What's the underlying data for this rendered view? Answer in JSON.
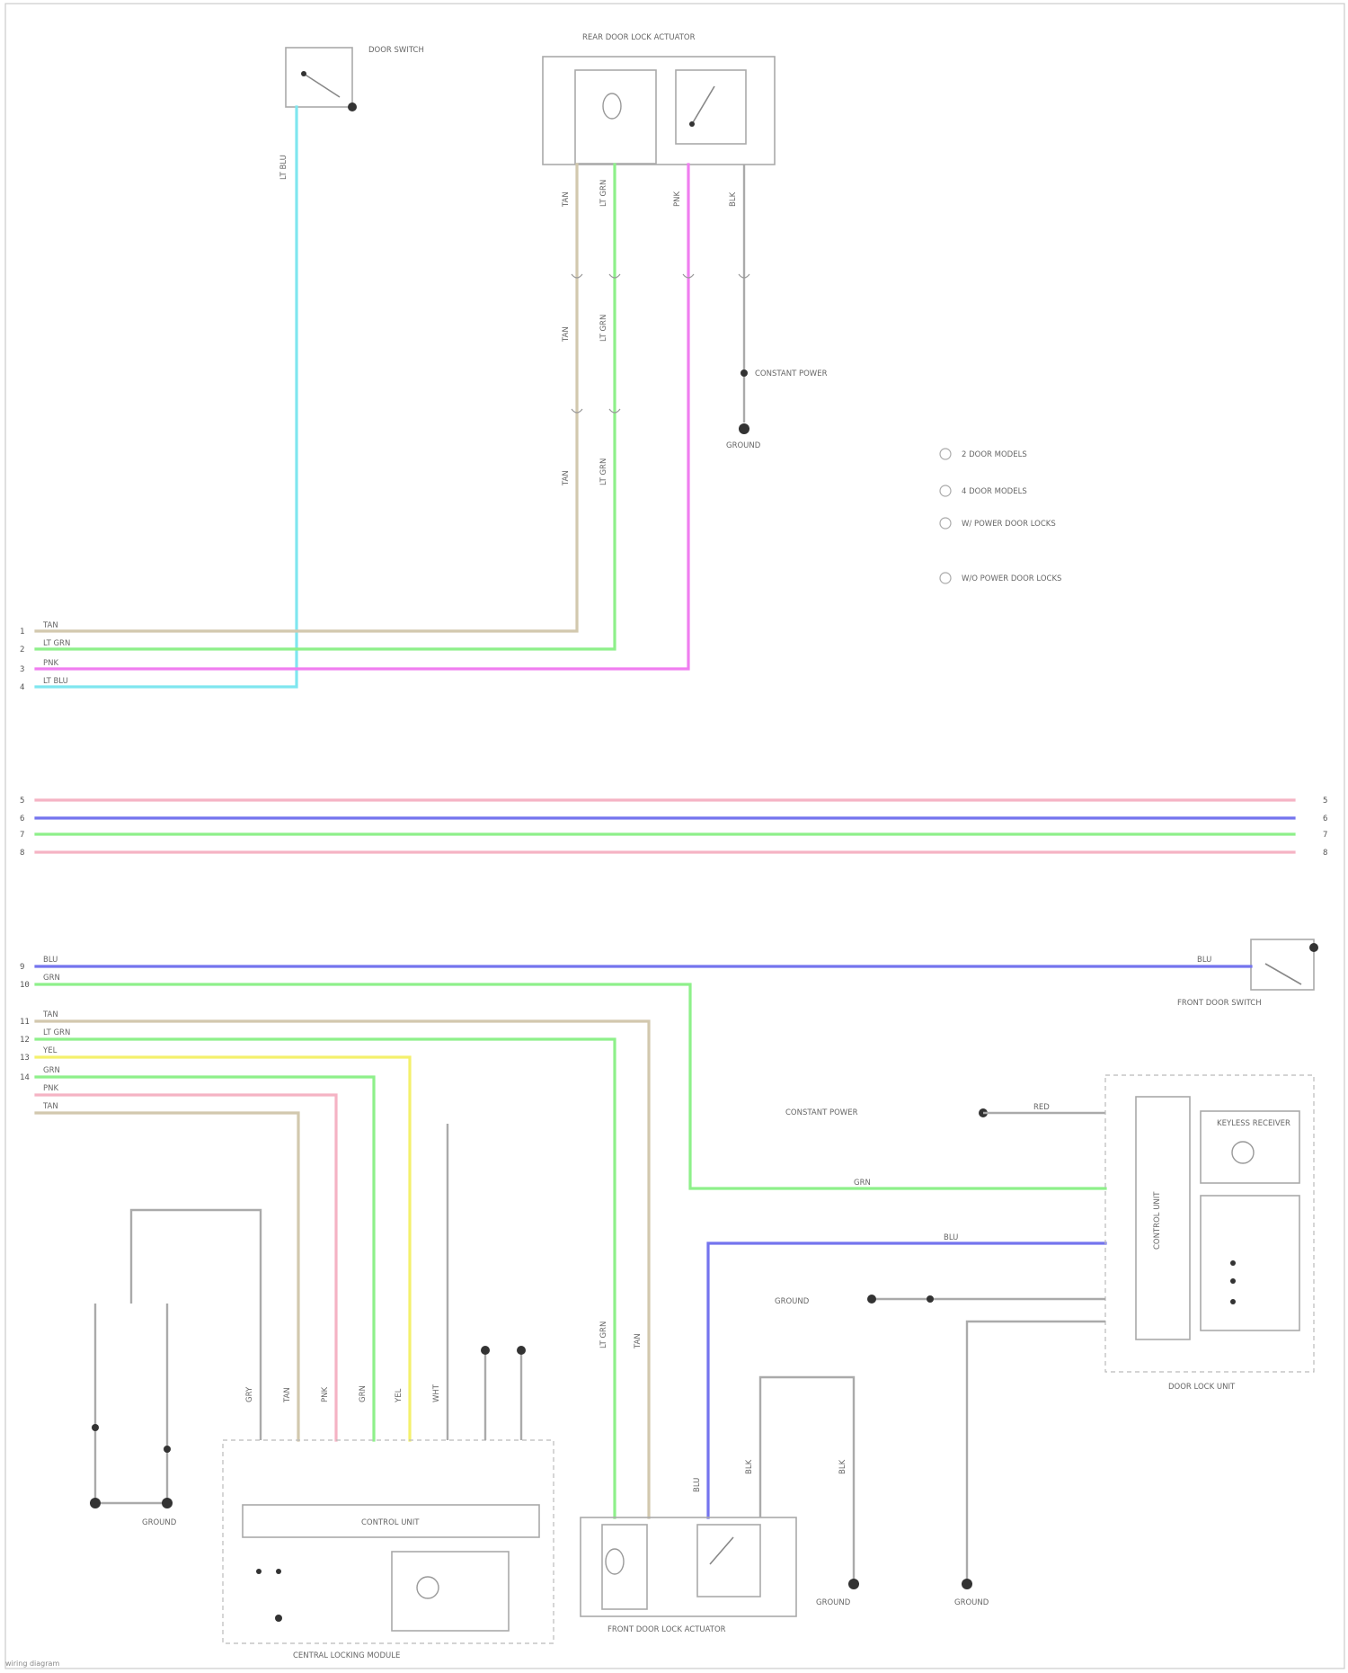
{
  "components": {
    "door_switch": "DOOR SWITCH",
    "rear_door_lock": "REAR DOOR LOCK ACTUATOR",
    "front_door_switch": "FRONT DOOR SWITCH",
    "receiver": "KEYLESS RECEIVER",
    "control_unit": "CONTROL UNIT",
    "central_module": "CENTRAL LOCKING MODULE",
    "front_door_lock": "FRONT DOOR LOCK ACTUATOR",
    "door_lock_unit": "DOOR LOCK UNIT"
  },
  "grounds": {
    "g1": "GROUND",
    "g2": "GROUND",
    "g3": "GROUND",
    "g4": "GROUND",
    "g5": "GROUND"
  },
  "legend": [
    "2 DOOR MODELS",
    "4 DOOR MODELS",
    "W/ POWER DOOR LOCKS",
    "W/O POWER DOOR LOCKS"
  ],
  "wire_colors": {
    "tan": "#d2c8ae",
    "green": "#8ef08a",
    "magenta": "#f07ef0",
    "cyan": "#7fe6ef",
    "pink": "#f5b3c4",
    "blue": "#7474ee",
    "yellow": "#f4f06c",
    "gray": "#aaaaaa"
  },
  "wire_labels": {
    "tan": "TAN",
    "grn": "GRN",
    "ltgrn": "LT GRN",
    "pnk": "PNK",
    "ltblu": "LT BLU",
    "blu": "BLU",
    "yel": "YEL",
    "gry": "GRY",
    "blk": "BLK",
    "red": "RED",
    "wht": "WHT"
  },
  "pins": {
    "p1": "1",
    "p2": "2",
    "p3": "3",
    "p4": "4",
    "p5": "5",
    "p6": "6",
    "p7": "7",
    "p8": "8",
    "p9": "9",
    "p10": "10",
    "p11": "11",
    "p12": "12",
    "p13": "13",
    "p14": "14"
  },
  "misc": {
    "const_power": "CONSTANT POWER",
    "footer": "wiring diagram"
  }
}
